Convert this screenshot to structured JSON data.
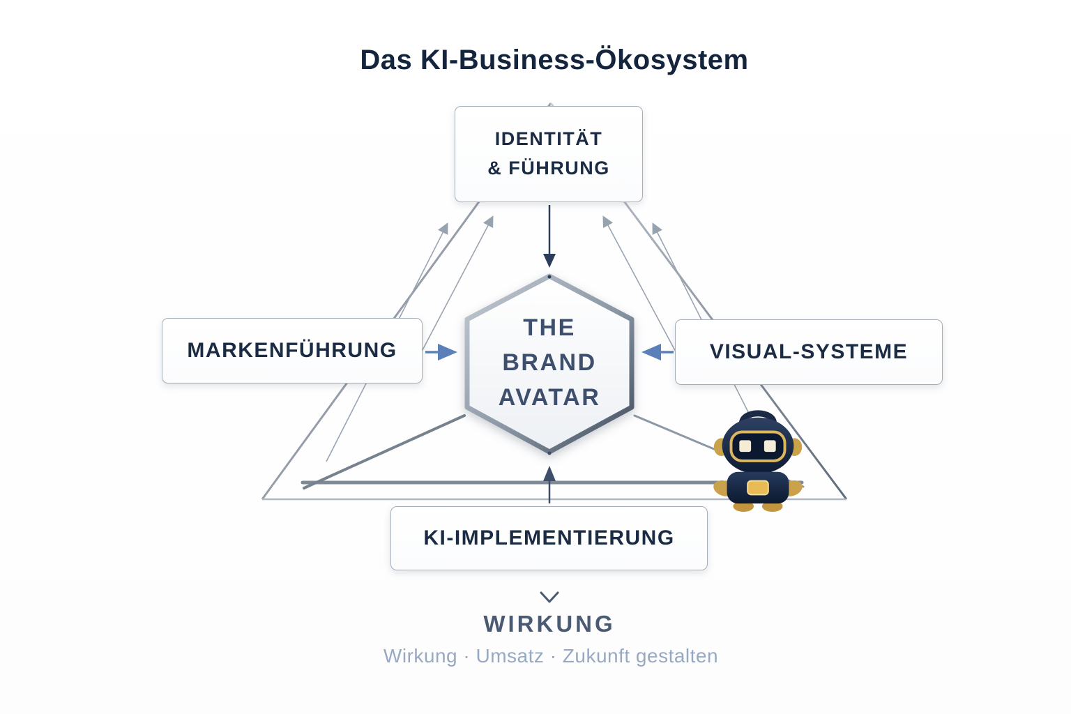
{
  "title": "Das KI-Business-Ökosystem",
  "diagram": {
    "top_node": {
      "line1": "IDENTITÄT",
      "line2": "& FÜHRUNG"
    },
    "left_node": {
      "label": "MARKENFÜHRUNG"
    },
    "right_node": {
      "label": "VISUAL-SYSTEME"
    },
    "bottom_node": {
      "label": "KI-IMPLEMENTIERUNG"
    },
    "center_node": {
      "line1": "THE",
      "line2": "BRAND",
      "line3": "AVATAR"
    }
  },
  "footer": {
    "heading": "WIRKUNG",
    "subtitle": "Wirkung · Umsatz · Zukunft gestalten"
  },
  "icons": {
    "robot_mascot": "robot-mascot",
    "down_chevron": "chevron-down"
  },
  "colors": {
    "title_text": "#14243c",
    "node_text": "#1b2b44",
    "center_text": "#3d4f6c",
    "accent_arrow_blue": "#5b7fb8",
    "arrow_dark": "#2c3d59",
    "triangle_line": "#8d98a5",
    "footer_heading": "#4a5a72",
    "footer_subtitle": "#97a9c2",
    "robot_navy": "#16263f",
    "robot_gold": "#d9b45c"
  }
}
